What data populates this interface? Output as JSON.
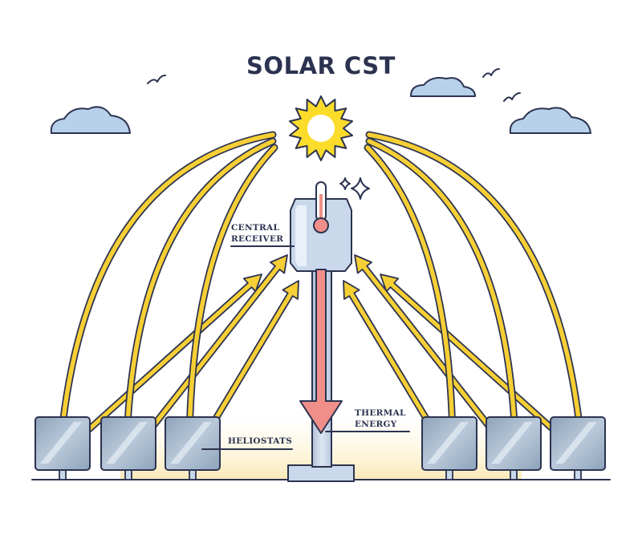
{
  "diagram": {
    "title": "SOLAR CST",
    "labels": {
      "central_receiver_line1": "CENTRAL",
      "central_receiver_line2": "RECEIVER",
      "thermal_energy_line1": "THERMAL",
      "thermal_energy_line2": "ENERGY",
      "heliostats": "HELIOSTATS"
    },
    "colors": {
      "outline": "#2c3350",
      "sun": "#fbdc2a",
      "ray": "#f6cf35",
      "heat": "#f08f8a",
      "sky": "#b8d1eb",
      "tower": "#c9d8ea",
      "mirror": "#9fb2c6",
      "ground_glow": "#fbeec4"
    },
    "icons": [
      "sun-icon",
      "cloud-icon",
      "bird-icon",
      "sparkle-icon",
      "thermometer-icon"
    ]
  }
}
